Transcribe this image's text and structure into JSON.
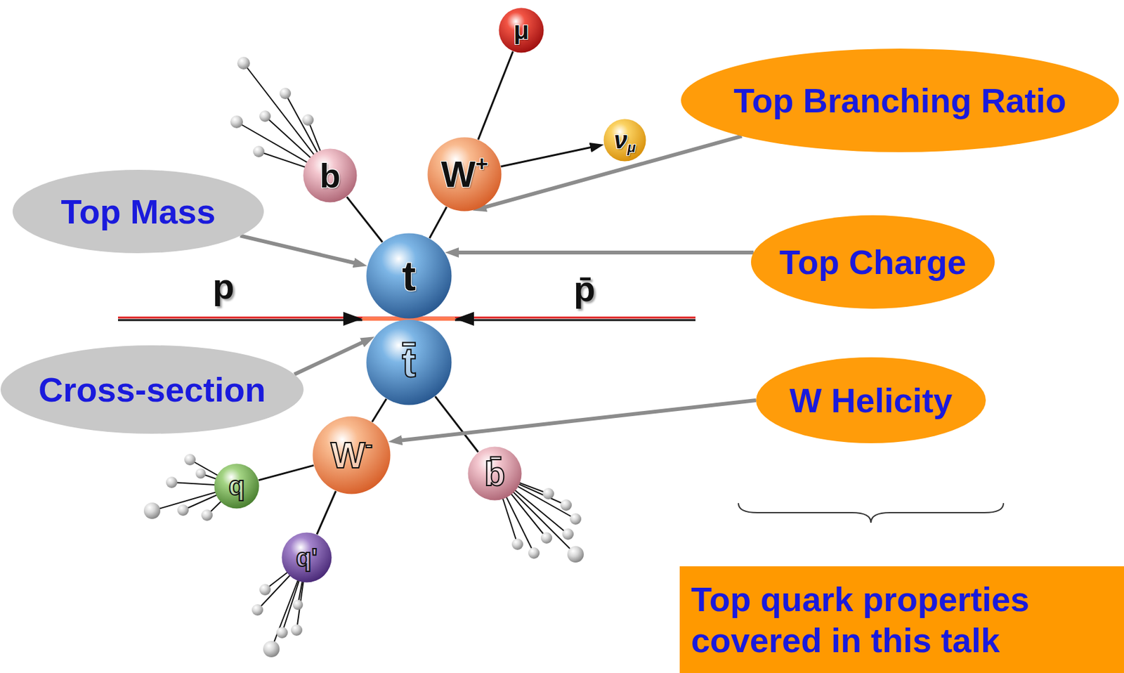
{
  "diagram": {
    "nodes": [
      {
        "text": [
          "μ"
        ]
      },
      {
        "text": [
          "Top Branching Ratio"
        ]
      },
      {
        "text": [
          "b"
        ]
      },
      {
        "text": [
          "W",
          "+"
        ]
      },
      {
        "text": [
          "ν",
          "μ"
        ]
      },
      {
        "text": [
          "Top Mass"
        ]
      },
      {
        "text": [
          "t"
        ]
      },
      {
        "text": [
          "Top Charge"
        ]
      },
      {
        "text": [
          "t̄"
        ]
      },
      {
        "text": [
          "Cross-section"
        ]
      },
      {
        "text": [
          "W Helicity"
        ]
      },
      {
        "text": [
          "W",
          "-"
        ]
      },
      {
        "text": [
          "b̄"
        ]
      },
      {
        "text": [
          "q"
        ]
      },
      {
        "text": [
          "q'"
        ]
      },
      {
        "text": [
          "Top quark properties covered in this talk"
        ]
      }
    ],
    "edges": [
      {
        "from": 2,
        "to": 6,
        "arrow": "none"
      },
      {
        "from": 3,
        "to": 6,
        "arrow": "none"
      },
      {
        "from": 3,
        "to": 0,
        "arrow": "none"
      },
      {
        "from": 3,
        "to": 4,
        "arrow": "to"
      },
      {
        "from": 8,
        "to": 11,
        "arrow": "none"
      },
      {
        "from": 8,
        "to": 12,
        "arrow": "none"
      },
      {
        "from": 11,
        "to": 13,
        "arrow": "none"
      },
      {
        "from": 11,
        "to": 14,
        "arrow": "none"
      },
      {
        "from": 5,
        "to": 6,
        "arrow": "to"
      },
      {
        "from": 9,
        "to": 8,
        "arrow": "to"
      },
      {
        "from": 1,
        "to": 3,
        "arrow": "to"
      },
      {
        "from": 7,
        "to": 6,
        "arrow": "to"
      },
      {
        "from": 10,
        "to": 11,
        "arrow": "to"
      }
    ],
    "labels": [
      "p",
      "p̄"
    ]
  }
}
